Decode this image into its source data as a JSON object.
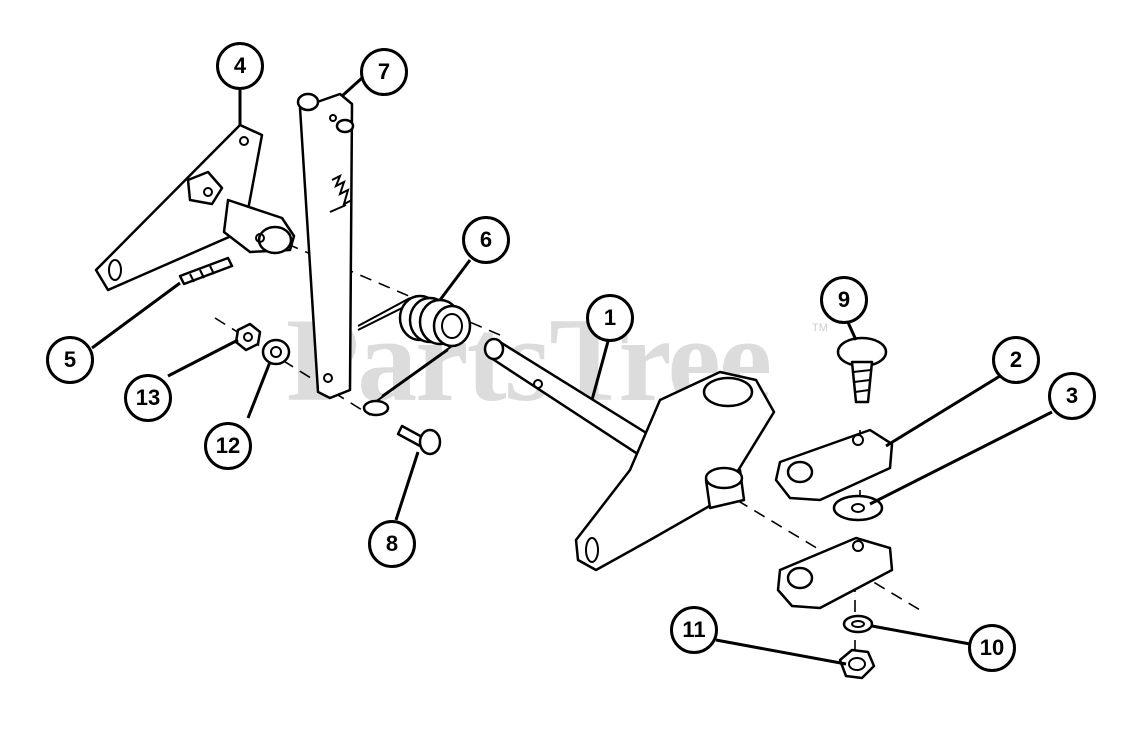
{
  "watermark": {
    "text": "PartsTree",
    "trademark": "TM"
  },
  "callouts": [
    {
      "id": "c1",
      "label": "1"
    },
    {
      "id": "c2",
      "label": "2"
    },
    {
      "id": "c3",
      "label": "3"
    },
    {
      "id": "c4",
      "label": "4"
    },
    {
      "id": "c5",
      "label": "5"
    },
    {
      "id": "c6",
      "label": "6"
    },
    {
      "id": "c7",
      "label": "7"
    },
    {
      "id": "c8",
      "label": "8"
    },
    {
      "id": "c9",
      "label": "9"
    },
    {
      "id": "c10",
      "label": "10"
    },
    {
      "id": "c11",
      "label": "11"
    },
    {
      "id": "c12",
      "label": "12"
    },
    {
      "id": "c13",
      "label": "13"
    }
  ]
}
